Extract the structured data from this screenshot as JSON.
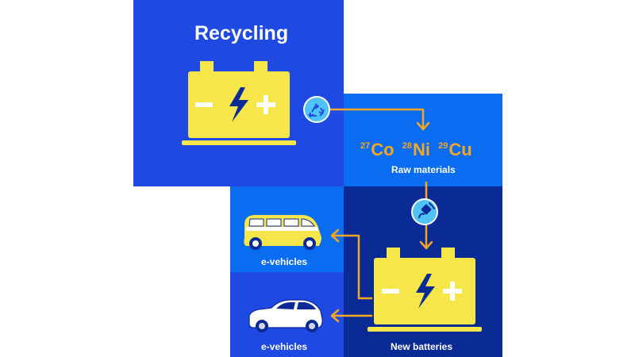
{
  "recycling": {
    "title": "Recycling"
  },
  "raw_materials": {
    "label": "Raw materials",
    "elements": [
      {
        "number": "27",
        "symbol": "Co"
      },
      {
        "number": "28",
        "symbol": "Ni"
      },
      {
        "number": "29",
        "symbol": "Cu"
      }
    ]
  },
  "vehicles": [
    {
      "label": "e-vehicles",
      "type": "van"
    },
    {
      "label": "e-vehicles",
      "type": "hatchback"
    }
  ],
  "new_batteries": {
    "label": "New batteries"
  },
  "icons": {
    "recycle": "recycle-icon",
    "charging": "charging-plug-icon",
    "battery": "battery-icon",
    "van": "electric-van-icon",
    "car": "electric-car-icon"
  },
  "colors": {
    "dark_blue": "#1e49e2",
    "mid_blue": "#0a6cf0",
    "navy": "#0a2a96",
    "battery_yellow": "#f7e64a",
    "arrow_orange": "#f5a623",
    "icon_circle": "#4fc3f7"
  }
}
